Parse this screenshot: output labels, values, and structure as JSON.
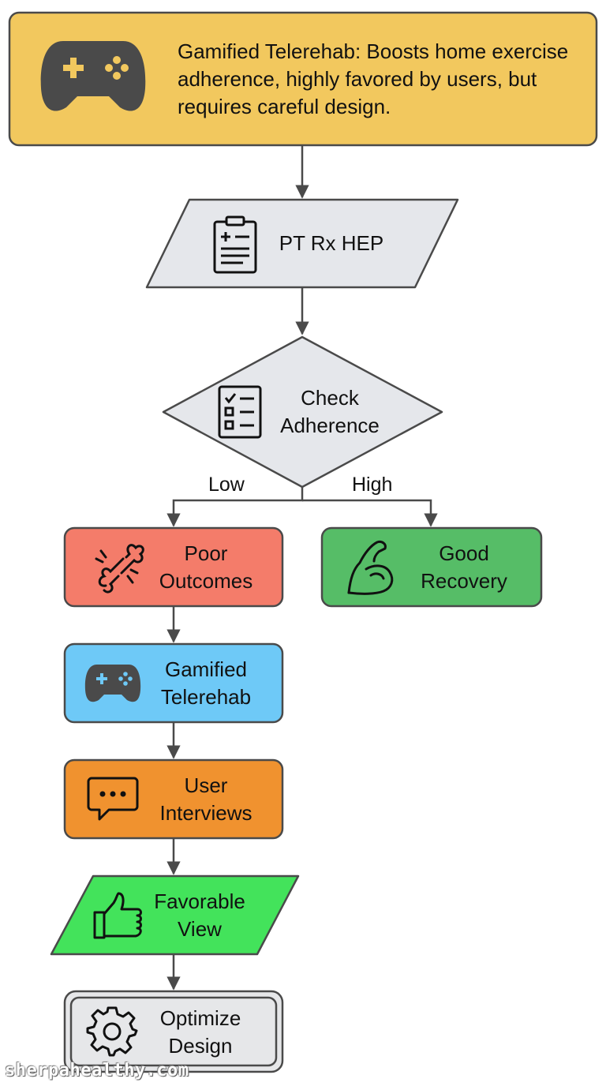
{
  "colors": {
    "header_fill": "#f2c85e",
    "process_fill": "#e5e7eb",
    "poor_fill": "#f47c6a",
    "good_fill": "#56bd67",
    "gamified_fill": "#6ec9f7",
    "interviews_fill": "#f0922f",
    "favorable_fill": "#43e35b",
    "optimize_fill": "#e6e7e9",
    "stroke": "#4a4a4a"
  },
  "header": {
    "text": "Gamified Telerehab: Boosts home exercise adherence, highly favored by users, but requires careful design.",
    "icon": "gamepad-icon"
  },
  "nodes": {
    "pt_rx": {
      "label": "PT Rx HEP",
      "icon": "clipboard-medical-icon"
    },
    "check": {
      "line1": "Check",
      "line2": "Adherence",
      "icon": "checklist-icon"
    },
    "poor": {
      "line1": "Poor",
      "line2": "Outcomes",
      "icon": "broken-bone-icon"
    },
    "good": {
      "line1": "Good",
      "line2": "Recovery",
      "icon": "flexed-bicep-icon"
    },
    "gamified": {
      "line1": "Gamified",
      "line2": "Telerehab",
      "icon": "gamepad-icon"
    },
    "interviews": {
      "line1": "User",
      "line2": "Interviews",
      "icon": "chat-bubble-icon"
    },
    "favorable": {
      "line1": "Favorable",
      "line2": "View",
      "icon": "thumbs-up-icon"
    },
    "optimize": {
      "line1": "Optimize",
      "line2": "Design",
      "icon": "gear-icon"
    }
  },
  "edges": {
    "low_label": "Low",
    "high_label": "High"
  },
  "watermark": "sherpahealthy.com"
}
